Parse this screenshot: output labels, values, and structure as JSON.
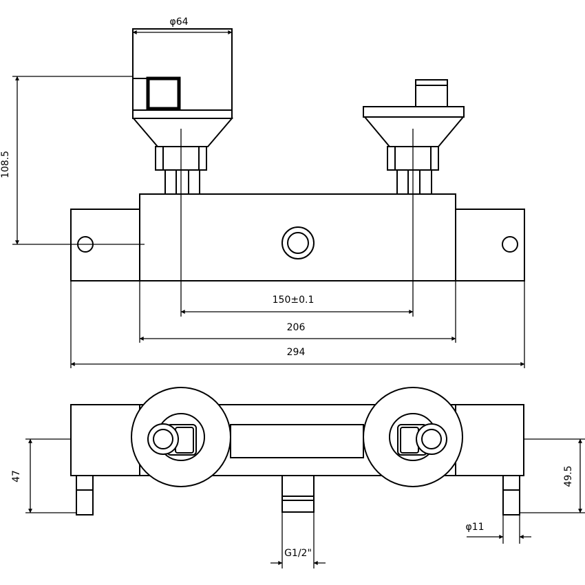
{
  "drawing": {
    "front_view": {
      "dim_handle_diameter": "φ64",
      "dim_height": "108.5",
      "dim_inlet_centres": "150±0.1",
      "dim_body_length": "206",
      "dim_overall_length": "294"
    },
    "bottom_view": {
      "dim_left_height": "47",
      "dim_right_height": "49.5",
      "dim_leg_diameter": "φ11",
      "dim_outlet_thread": "G1/2\""
    }
  }
}
